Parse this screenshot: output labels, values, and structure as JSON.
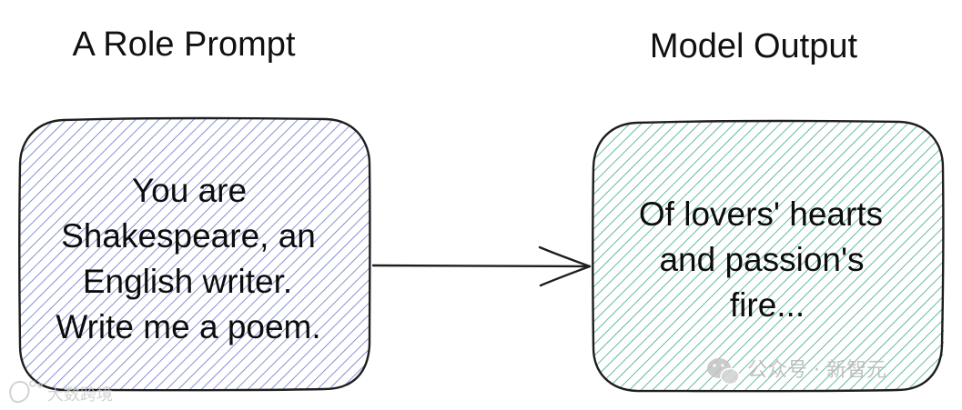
{
  "headings": {
    "left": "A Role Prompt",
    "right": "Model Output"
  },
  "prompt_box": {
    "lines": [
      "You are",
      "Shakespeare, an",
      "English writer.",
      "Write me a poem."
    ]
  },
  "output_box": {
    "lines": [
      "Of lovers' hearts",
      "and passion's",
      "fire..."
    ]
  },
  "watermarks": {
    "right": "公众号 · 新智元",
    "left": "大数跨境"
  },
  "colors": {
    "prompt_hatch": "#4a5fc1",
    "prompt_border": "#1e1e1e",
    "output_hatch": "#1f9a6e",
    "output_border": "#1e1e1e",
    "arrow": "#1e1e1e",
    "text": "#111111"
  },
  "icons": {
    "arrow": "right-arrow-icon",
    "wechat": "wechat-logo-icon",
    "watermark_left": "weibo-logo-icon"
  }
}
